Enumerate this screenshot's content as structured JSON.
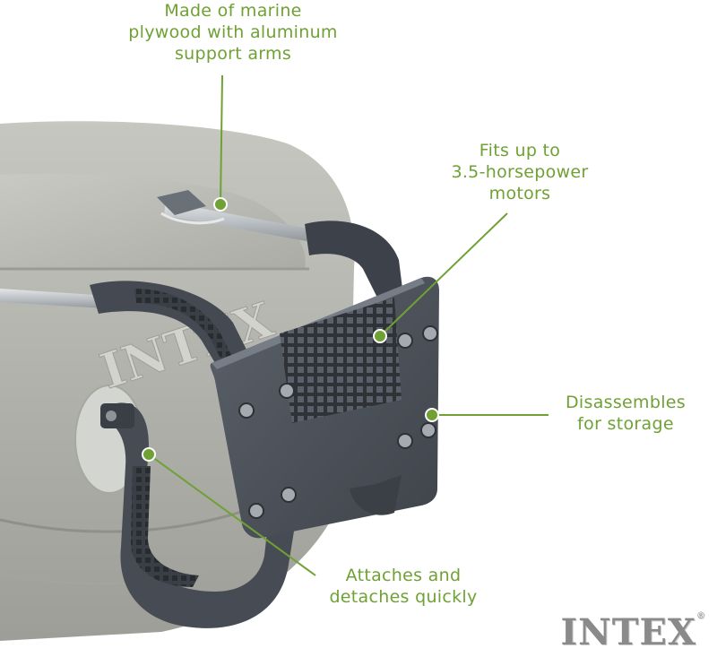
{
  "callouts": {
    "material": {
      "line1": "Made of marine",
      "line2": "plywood with aluminum",
      "line3": "support arms"
    },
    "motors": {
      "line1": "Fits up to",
      "line2": "3.5-horsepower",
      "line3": "motors"
    },
    "storage": {
      "line1": "Disassembles",
      "line2": "for storage"
    },
    "attach": {
      "line1": "Attaches and",
      "line2": "detaches quickly"
    }
  },
  "boat_logo": "INTEX",
  "brand": {
    "name": "INTEX",
    "trademark": "®"
  },
  "colors": {
    "callout": "#6fa135",
    "boat": "#b3b4ad",
    "mount": "#4a5058",
    "arm": "#c4c9cd",
    "brand": "#8a8a8a"
  }
}
